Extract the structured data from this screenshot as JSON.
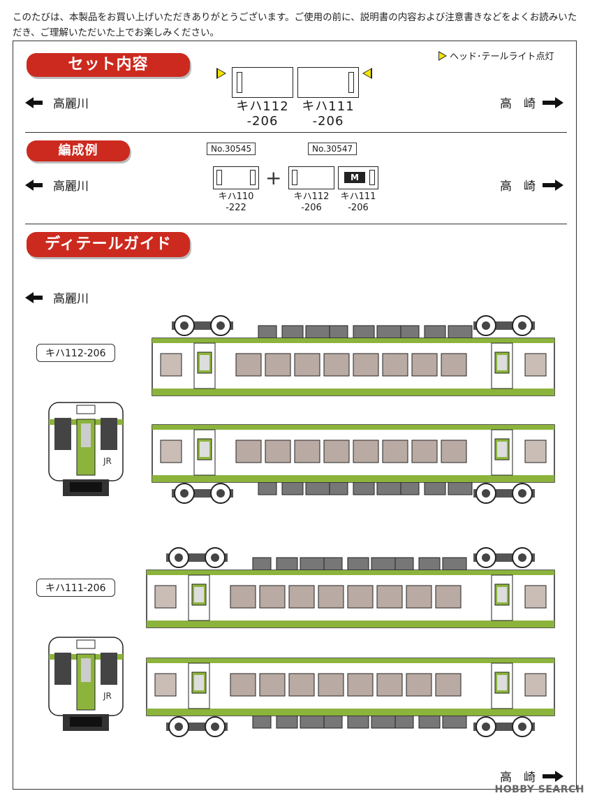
{
  "intro": "このたびは、本製品をお買い上げいただきありがとうございます。ご使用の前に、説明書の内容および注意書きなどをよくお読みいただき、ご理解いただいた上でお楽しみください。",
  "set_contents": {
    "heading": "セット内容",
    "legend": "ヘッド･テールライト点灯",
    "left_dir": "高麗川",
    "right_dir": "高　崎",
    "cars": [
      {
        "line1": "キハ112",
        "line2": "-206"
      },
      {
        "line1": "キハ111",
        "line2": "-206"
      }
    ]
  },
  "formation": {
    "heading": "編成例",
    "left_dir": "高麗川",
    "right_dir": "高　崎",
    "product_a": "No.30545",
    "product_b": "No.30547",
    "plus": "+",
    "motor_mark": "M",
    "cars": [
      {
        "line1": "キハ110",
        "line2": "-222"
      },
      {
        "line1": "キハ112",
        "line2": "-206"
      },
      {
        "line1": "キハ111",
        "line2": "-206"
      }
    ]
  },
  "detail": {
    "heading": "ディテールガイド",
    "left_dir": "高麗川",
    "right_dir": "高　崎",
    "car_a_name": "キハ112-206",
    "car_b_name": "キハ111-206",
    "logo_text": "JR"
  },
  "watermark": "HOBBY SEARCH",
  "colors": {
    "accent_red": "#cc2a1f",
    "livery_green": "#8cb43c",
    "headlight_yellow": "#f4e400"
  }
}
